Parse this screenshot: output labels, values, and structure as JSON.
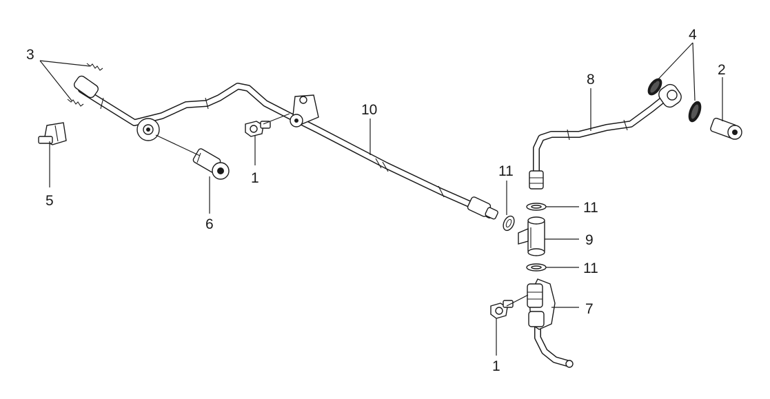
{
  "callouts": {
    "c1a": "1",
    "c1b": "1",
    "c2": "2",
    "c3": "3",
    "c4": "4",
    "c5": "5",
    "c6": "6",
    "c7": "7",
    "c8": "8",
    "c9": "9",
    "c10": "10",
    "c11a": "11",
    "c11b": "11",
    "c11c": "11"
  }
}
